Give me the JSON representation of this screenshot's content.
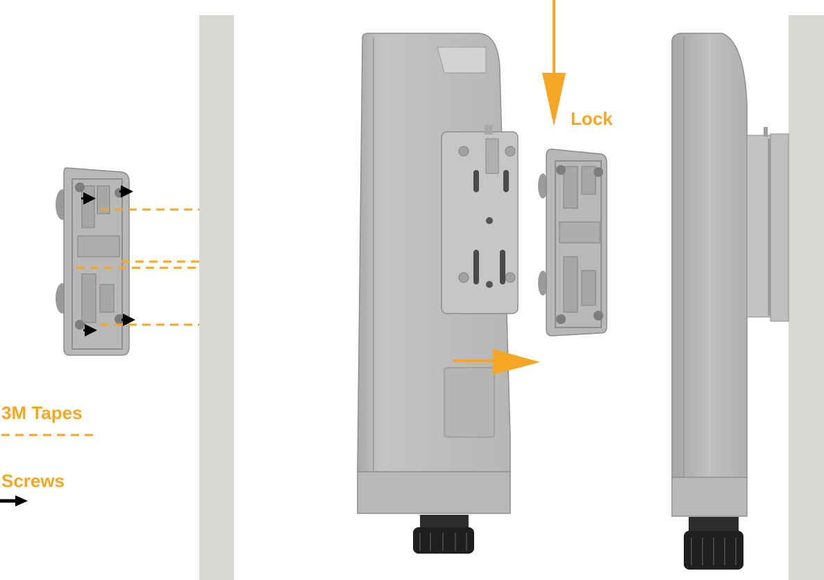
{
  "labels": {
    "lock": "Lock",
    "tapes": "3M Tapes",
    "screws": "Screws"
  },
  "colors": {
    "accent": "#f5a623",
    "wall": "#d8d8d2",
    "device": "#bdbdbd",
    "screw_arrow": "#000000"
  },
  "legend": [
    {
      "label_key": "tapes",
      "symbol": "dashed-line"
    },
    {
      "label_key": "screws",
      "symbol": "arrow"
    }
  ]
}
